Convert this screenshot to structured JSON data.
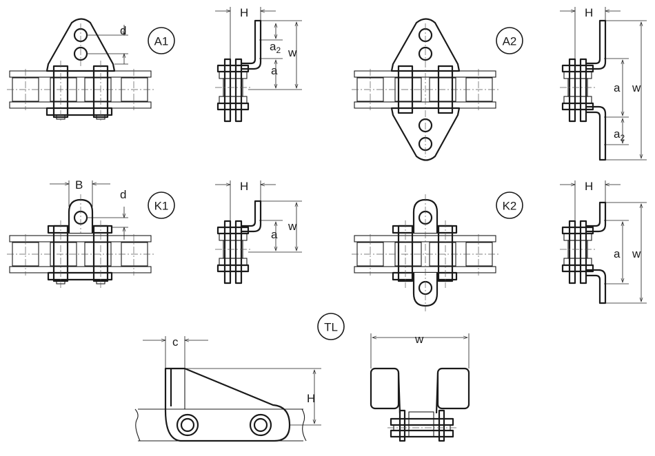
{
  "figure": {
    "variants": {
      "a1": "A1",
      "a2": "A2",
      "k1": "K1",
      "k2": "K2",
      "tl": "TL"
    },
    "dimensions": {
      "h": "H",
      "w": "w",
      "a": "a",
      "a2_base": "a",
      "a2_sub": "2",
      "d": "d",
      "b": "B",
      "c": "c"
    }
  }
}
